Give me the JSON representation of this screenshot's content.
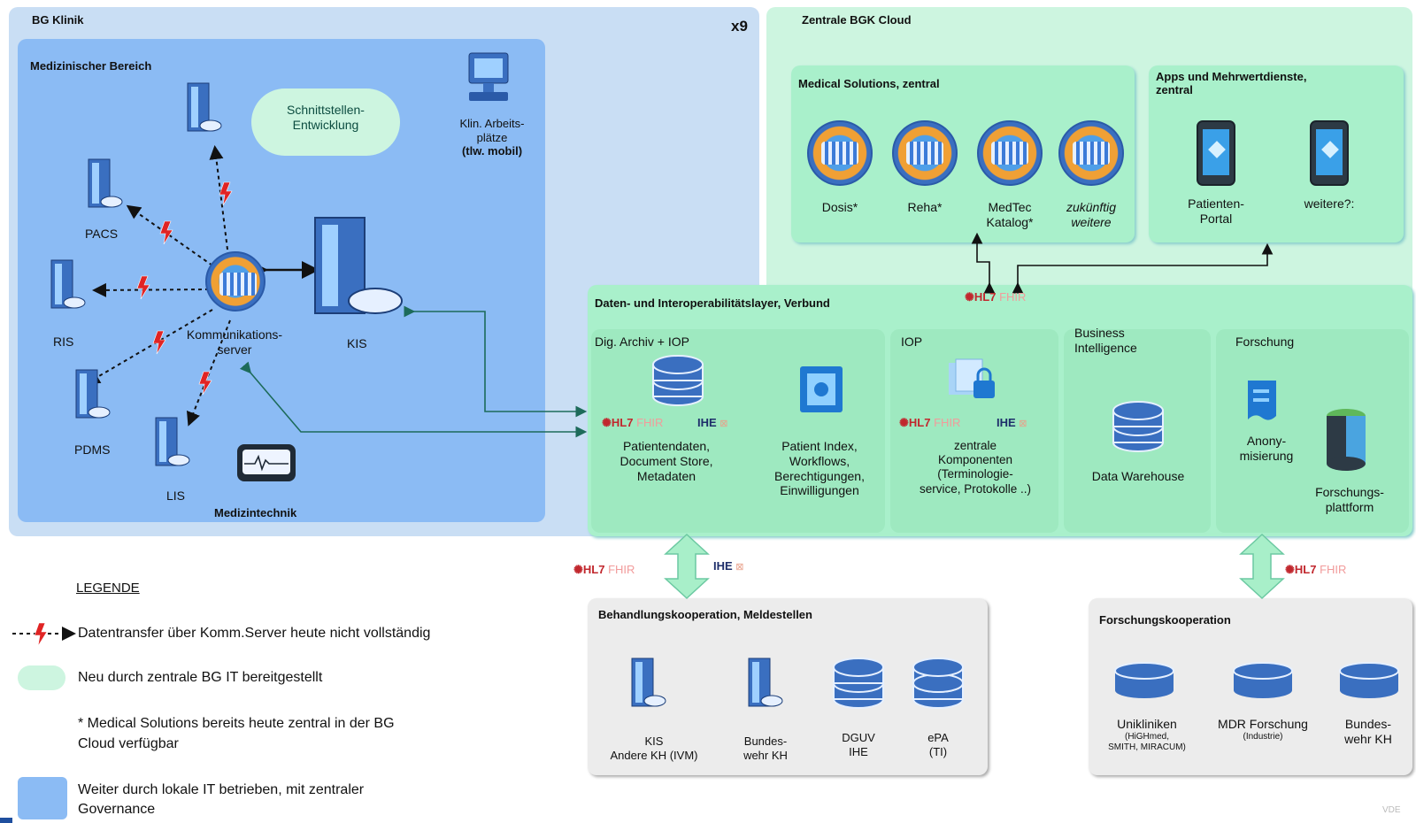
{
  "colors": {
    "clinic_outer": "#c9def4",
    "clinic_inner": "#8bbbf4",
    "cloud": "#cdf5e0",
    "cloud_box": "#a9f0cb",
    "ext_box": "#ececec",
    "arrow_fill": "#a8efc9",
    "lightning": "#e02424"
  },
  "clinic": {
    "title": "BG Klinik",
    "multiplier": "x9",
    "inner_title": "Medizinischer Bereich",
    "schnittstellen": [
      "Schnittstellen-",
      "Entwicklung"
    ],
    "workstation": [
      "Klin. Arbeits-",
      "plätze",
      "(tlw. mobil)"
    ],
    "pacs": "PACS",
    "ris": "RIS",
    "pdms": "PDMS",
    "lis": "LIS",
    "kis": "KIS",
    "komm": [
      "Kommunikations-",
      "server"
    ],
    "medtech": "Medizintechnik"
  },
  "cloud": {
    "title": "Zentrale BGK Cloud",
    "medsol": {
      "title": "Medical Solutions, zentral",
      "items": [
        {
          "l1": "Dosis*",
          "l2": ""
        },
        {
          "l1": "Reha*",
          "l2": ""
        },
        {
          "l1": "MedTec",
          "l2": "Katalog*"
        },
        {
          "l1": "zukünftig",
          "l2": "weitere"
        }
      ]
    },
    "apps": {
      "title": [
        "Apps und Mehrwertdienste,",
        "zentral"
      ],
      "items": [
        {
          "l1": "Patienten-",
          "l2": "Portal"
        },
        {
          "l1": "weitere?:",
          "l2": ""
        }
      ]
    },
    "layer": {
      "title": "Daten- und Interoperabilitätslayer, Verbund",
      "archiv": {
        "title": "Dig. Archiv + IOP",
        "left": [
          "Patientendaten,",
          "Document Store,",
          "Metadaten"
        ],
        "right": [
          "Patient Index,",
          "Workflows,",
          "Berechtigungen,",
          "Einwilligungen"
        ]
      },
      "iop": {
        "title": "IOP",
        "text": [
          "zentrale",
          "Komponenten",
          "(Terminologie-",
          "service, Protokolle ..)"
        ]
      },
      "bi": {
        "title": [
          "Business",
          "Intelligence"
        ],
        "text": "Data Warehouse"
      },
      "forschung": {
        "title": "Forschung",
        "anon": [
          "Anony-",
          "misierung"
        ],
        "platform": [
          "Forschungs-",
          "plattform"
        ]
      }
    }
  },
  "std": {
    "hl7": "HL7",
    "fhir": "FHIR",
    "ihe": "IHE",
    "ihe_x": "⊠"
  },
  "behandlung": {
    "title": "Behandlungskooperation, Meldestellen",
    "items": [
      {
        "l1": "KIS",
        "l2": "Andere KH (IVM)"
      },
      {
        "l1": "Bundes-",
        "l2": "wehr KH"
      },
      {
        "l1": "DGUV",
        "l2": "IHE"
      },
      {
        "l1": "ePA",
        "l2": "(TI)"
      }
    ]
  },
  "forschungskoop": {
    "title": "Forschungskooperation",
    "items": [
      {
        "l1": "Unikliniken",
        "l2": "(HiGHmed,",
        "l3": "SMITH, MIRACUM)"
      },
      {
        "l1": "MDR Forschung",
        "l2": "(Industrie)",
        "l3": ""
      },
      {
        "l1": "Bundes-",
        "l2": "wehr KH",
        "l3": ""
      }
    ]
  },
  "legend": {
    "title": "LEGENDE",
    "items": [
      "Datentransfer über Komm.Server heute nicht vollständig",
      "Neu durch zentrale BG IT bereitgestellt",
      "* Medical Solutions bereits heute zentral in der BG",
      "Cloud verfügbar",
      "Weiter durch lokale IT betrieben, mit zentraler",
      "Governance"
    ]
  },
  "corner": "VDE"
}
